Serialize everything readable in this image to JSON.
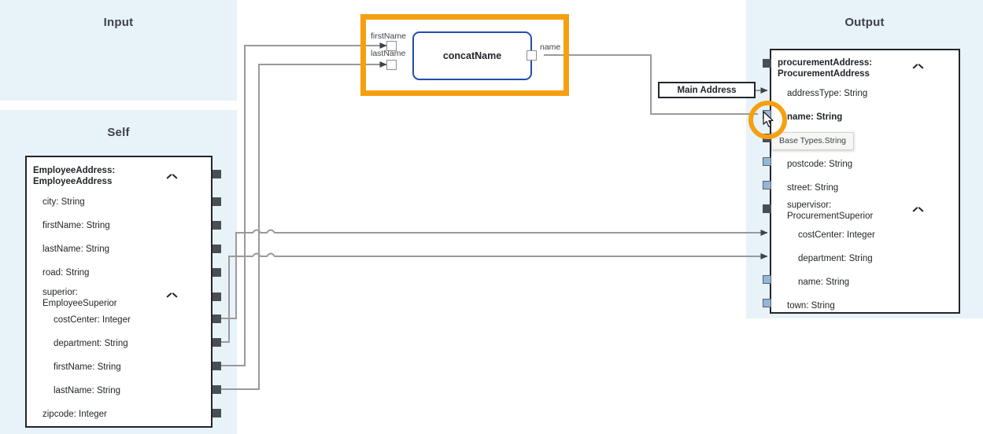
{
  "panels": {
    "input": {
      "title": "Input"
    },
    "self": {
      "title": "Self"
    },
    "output": {
      "title": "Output"
    }
  },
  "self_structure": {
    "root": "EmployeeAddress:\nEmployeeAddress",
    "fields": [
      {
        "label": "city: String",
        "level": 1,
        "port": "dark"
      },
      {
        "label": "firstName: String",
        "level": 1,
        "port": "dark"
      },
      {
        "label": "lastName: String",
        "level": 1,
        "port": "dark"
      },
      {
        "label": "road: String",
        "level": 1,
        "port": "dark"
      },
      {
        "label": "superior:\nEmployeeSuperior",
        "level": 1,
        "port": "dark",
        "collapsible": true
      },
      {
        "label": "costCenter: Integer",
        "level": 2,
        "port": "dark"
      },
      {
        "label": "department: String",
        "level": 2,
        "port": "dark"
      },
      {
        "label": "firstName: String",
        "level": 2,
        "port": "dark"
      },
      {
        "label": "lastName: String",
        "level": 2,
        "port": "dark"
      },
      {
        "label": "zipcode: Integer",
        "level": 1,
        "port": "dark"
      }
    ]
  },
  "output_structure": {
    "root": "procurementAddress:\nProcurementAddress",
    "fields": [
      {
        "label": "addressType: String",
        "level": 1,
        "port": "dark"
      },
      {
        "label": "name: String",
        "level": 1,
        "port": "light",
        "bold": true
      },
      {
        "label": "postcode: String",
        "level": 1,
        "port": "light"
      },
      {
        "label": "street: String",
        "level": 1,
        "port": "light"
      },
      {
        "label": "supervisor:\nProcurementSuperior",
        "level": 1,
        "port": "dark",
        "collapsible": true
      },
      {
        "label": "costCenter: Integer",
        "level": 2,
        "port": "none"
      },
      {
        "label": "department: String",
        "level": 2,
        "port": "none"
      },
      {
        "label": "name: String",
        "level": 2,
        "port": "light"
      },
      {
        "label": "town: String",
        "level": 1,
        "port": "light"
      }
    ]
  },
  "nodes": {
    "concat": {
      "title": "concatName",
      "inputs": [
        "firstName",
        "lastName"
      ],
      "outputs": [
        "name"
      ]
    },
    "constant": {
      "value": "Main Address"
    }
  },
  "tooltip": {
    "text": "Base Types.String"
  },
  "colors": {
    "panel_background": "#e8f2f9",
    "highlight": "#f5a011",
    "node_border": "#1f4fa8",
    "wire": "#9a9a9a",
    "port_dark": "#4a4f55",
    "port_light": "#92b7da"
  },
  "icons": {
    "collapse": "chevron-up-icon",
    "cursor": "mouse-pointer-icon"
  }
}
